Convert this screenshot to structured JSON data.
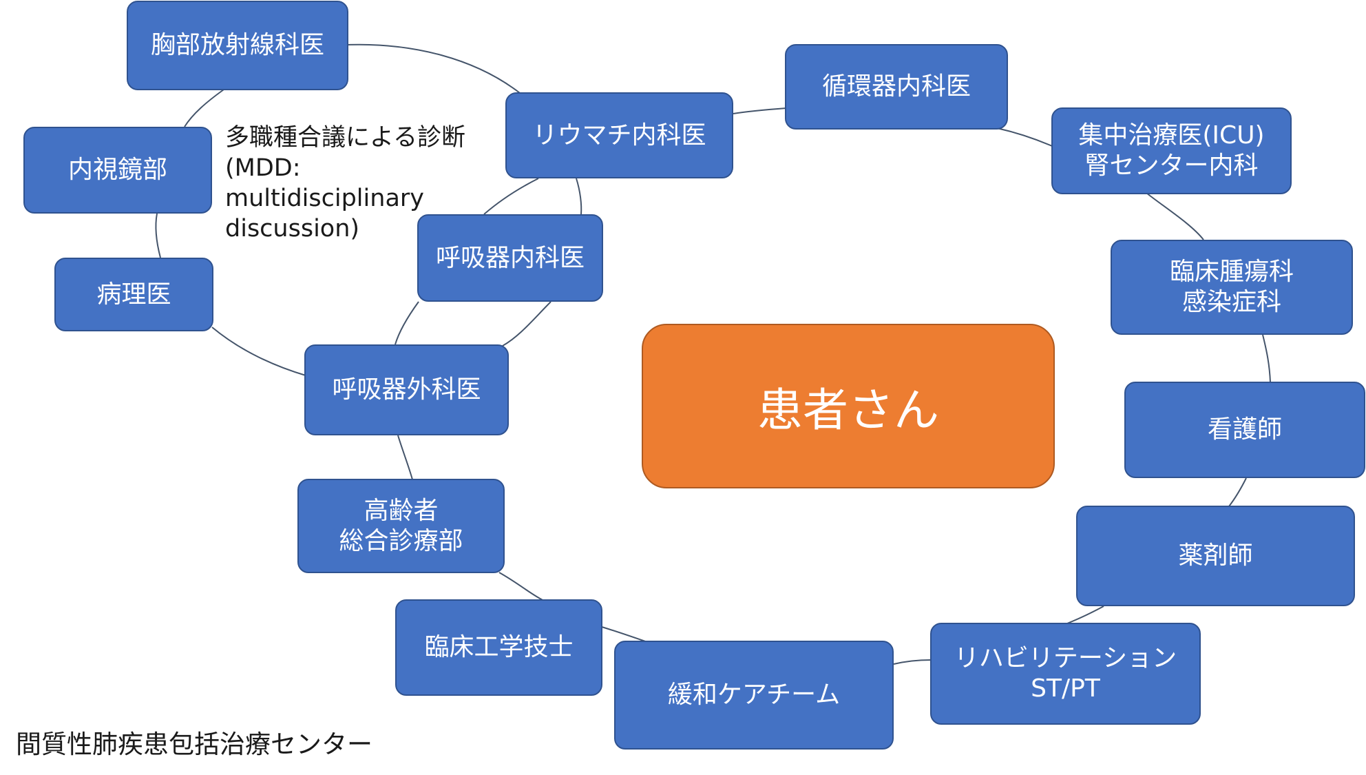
{
  "nodes": [
    {
      "id": "chest-radiologist",
      "lines": [
        "胸部放射線科医"
      ]
    },
    {
      "id": "endoscopy",
      "lines": [
        "内視鏡部"
      ]
    },
    {
      "id": "pathologist",
      "lines": [
        "病理医"
      ]
    },
    {
      "id": "respiratory-surgeon",
      "lines": [
        "呼吸器外科医"
      ]
    },
    {
      "id": "respiratory-physician",
      "lines": [
        "呼吸器内科医"
      ]
    },
    {
      "id": "rheumatologist",
      "lines": [
        "リウマチ内科医"
      ]
    },
    {
      "id": "cardiologist",
      "lines": [
        "循環器内科医"
      ]
    },
    {
      "id": "icu-nephrology",
      "lines": [
        "集中治療医(ICU)",
        "腎センター内科"
      ]
    },
    {
      "id": "oncology-infectious",
      "lines": [
        "臨床腫瘍科",
        "感染症科"
      ]
    },
    {
      "id": "nurse",
      "lines": [
        "看護師"
      ]
    },
    {
      "id": "pharmacist",
      "lines": [
        "薬剤師"
      ]
    },
    {
      "id": "rehabilitation",
      "lines": [
        "リハビリテーション",
        "ST/PT"
      ]
    },
    {
      "id": "palliative-care",
      "lines": [
        "緩和ケアチーム"
      ]
    },
    {
      "id": "clinical-engineer",
      "lines": [
        "臨床工学技士"
      ]
    },
    {
      "id": "geriatrics",
      "lines": [
        "高齢者",
        "総合診療部"
      ]
    }
  ],
  "center": {
    "label": "患者さん"
  },
  "mdd_note": {
    "lines": [
      "多職種合議による診断",
      "(MDD:",
      "multidisciplinary",
      "discussion)"
    ]
  },
  "footer": {
    "title": "間質性肺疾患包括治療センター"
  },
  "colors": {
    "node_fill": "#4472c4",
    "node_border": "#2f528f",
    "center_fill": "#ed7d31",
    "line": "#44546a"
  }
}
